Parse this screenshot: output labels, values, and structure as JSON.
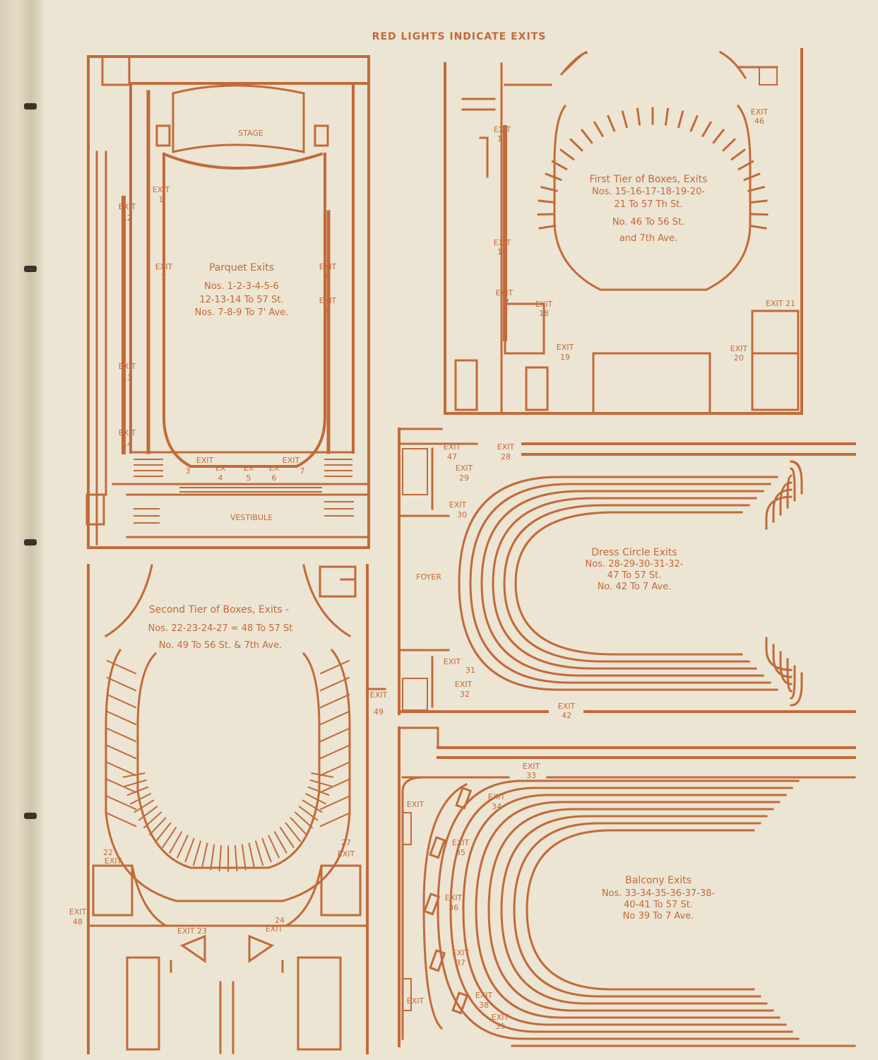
{
  "header": {
    "title": "RED LIGHTS INDICATE EXITS"
  },
  "colors": {
    "ink": "#c26a3a",
    "paper": "#ece5d3"
  },
  "parquet": {
    "stage": "STAGE",
    "vestibule": "VESTIBULE",
    "caption": [
      "Parquet Exits",
      "Nos. 1-2-3-4-5-6",
      "12-13-14 To 57 St.",
      "Nos. 7-8-9 To 7' Ave."
    ],
    "exits": {
      "e1": [
        "EXIT",
        "1"
      ],
      "e2": [
        "EXIT",
        "2"
      ],
      "e9": [
        "EXIT",
        "9"
      ],
      "e8": [
        "EXIT",
        "8"
      ],
      "e12": [
        "EXIT",
        "12"
      ],
      "e13": [
        "EXIT",
        "13"
      ],
      "e14": [
        "EXIT",
        "14"
      ],
      "e3": [
        "EXIT",
        "3"
      ],
      "e4": [
        "EX",
        "4"
      ],
      "e5": [
        "EX",
        "5"
      ],
      "e6": [
        "EX",
        "6"
      ],
      "e7": [
        "EXIT",
        "7"
      ]
    }
  },
  "first_tier": {
    "caption": [
      "First Tier of Boxes, Exits",
      "Nos. 15-16-17-18-19-20-",
      "21 To 57 Th St.",
      "No. 46 To 56 St.",
      "and 7th Ave."
    ],
    "exits": {
      "e15": [
        "EXIT",
        "15"
      ],
      "e16": [
        "EXIT",
        "16"
      ],
      "e17": [
        "EXIT",
        "17"
      ],
      "e18": [
        "EXIT",
        "18"
      ],
      "e19": [
        "EXIT",
        "19"
      ],
      "e20": [
        "EXIT",
        "20"
      ],
      "e21": [
        "EXIT 21",
        ""
      ],
      "e46": [
        "EXIT",
        "46"
      ]
    }
  },
  "dress_circle": {
    "foyer": "FOYER",
    "caption": [
      "Dress Circle Exits",
      "Nos. 28-29-30-31-32-",
      "47 To 57 St.",
      "No. 42 To 7 Ave."
    ],
    "exits": {
      "e47": [
        "EXIT",
        "47"
      ],
      "e28": [
        "EXIT",
        "28"
      ],
      "e29": [
        "EXIT",
        "29"
      ],
      "e30": [
        "EXIT",
        "30"
      ],
      "e31": [
        "EXIT",
        "31"
      ],
      "e32": [
        "EXIT",
        "32"
      ],
      "e42": [
        "EXIT",
        "42"
      ]
    }
  },
  "second_tier": {
    "caption": [
      "Second Tier of Boxes, Exits -",
      "Nos. 22-23-24-27 = 48 To 57 St",
      "No. 49 To 56 St. & 7th Ave."
    ],
    "exits": {
      "e49": [
        "EXIT",
        "49"
      ],
      "e22": [
        "22",
        "EXIT"
      ],
      "e27": [
        "27",
        "EXIT"
      ],
      "e48": [
        "EXIT",
        "48"
      ],
      "e23": [
        "EXIT 23",
        ""
      ],
      "e24": [
        "24",
        "EXIT"
      ]
    }
  },
  "balcony": {
    "caption": [
      "Balcony Exits",
      "Nos. 33-34-35-36-37-38-",
      "40-41 To 57 St.",
      "No 39 To 7 Ave."
    ],
    "exits": {
      "e33": [
        "EXIT",
        "33"
      ],
      "e34": [
        "EXIT",
        "34"
      ],
      "e35": [
        "EXIT",
        "35"
      ],
      "e36": [
        "EXIT",
        "36"
      ],
      "e37": [
        "EXIT",
        "37"
      ],
      "e38": [
        "EXIT",
        "38"
      ],
      "e39": [
        "EXIT",
        "39"
      ],
      "eL1": [
        "EXIT",
        ""
      ],
      "eL2": [
        "EXIT",
        ""
      ]
    }
  }
}
